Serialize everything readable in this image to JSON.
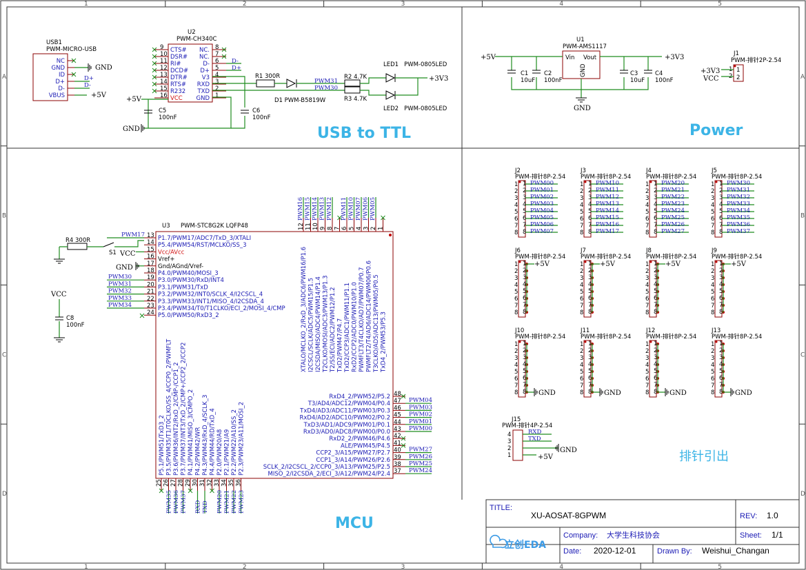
{
  "zones": {
    "cols": [
      "1",
      "2",
      "3",
      "4",
      "5"
    ],
    "rows": [
      "A",
      "B",
      "C",
      "D"
    ]
  },
  "sections": {
    "usb_ttl": "USB to TTL",
    "power": "Power",
    "mcu": "MCU",
    "header_cn": "排针引出"
  },
  "usb": {
    "ref": "USB1",
    "part": "PWM-MICRO-USB",
    "pins": [
      "NC",
      "GND",
      "ID",
      "D+",
      "D-",
      "VBUS"
    ],
    "net_dp": "D+",
    "net_dm": "D-",
    "gnd": "GND",
    "vcc": "+5V"
  },
  "ch340": {
    "ref": "U2",
    "part": "PWM-CH340C",
    "left": [
      "CTS#",
      "DSR#",
      "RI#",
      "DCD#",
      "DTR#",
      "RTS#",
      "R232",
      "VCC"
    ],
    "left_nums": [
      "9",
      "10",
      "11",
      "12",
      "13",
      "14",
      "15",
      "16"
    ],
    "right": [
      "NC.",
      "NC.",
      "D-",
      "D+",
      "V3",
      "RXD",
      "TXD",
      "GND"
    ],
    "right_nums": [
      "8",
      "7",
      "6",
      "5",
      "4",
      "3",
      "2",
      "1"
    ],
    "net_dm": "D-",
    "net_dp": "D+"
  },
  "usb_parts": {
    "r1": "R1 300R",
    "r2": "R2 4.7K",
    "r3": "R3 4.7K",
    "d1": "D1 PWM-B5819W",
    "led1": "LED1",
    "led1_part": "PWM-0805LED",
    "led2": "LED2",
    "led2_part": "PWM-0805LED",
    "c5": "C5",
    "c5v": "100nF",
    "c6": "C6",
    "c6v": "100nF",
    "pwm31": "PWM31",
    "pwm30": "PWM30",
    "v33": "+3V3",
    "v5": "+5V",
    "gnd": "GND"
  },
  "power": {
    "u1": "U1",
    "u1part": "PWM-AMS1117",
    "vin": "Vin",
    "vout": "Vout",
    "gndpin": "GND",
    "c1": "C1",
    "c1v": "10uF",
    "c2": "C2",
    "c2v": "100nF",
    "c3": "C3",
    "c3v": "10uF",
    "c4": "C4",
    "c4v": "100nF",
    "v5": "+5V",
    "v33": "+3V3",
    "gnd": "GND",
    "j1": "J1",
    "j1part": "PWM-排针2P-2.54",
    "j1n1": "+3V3",
    "j1n2": "VCC",
    "p1": "1",
    "p2": "2"
  },
  "mcu": {
    "ref": "U3",
    "part": "PWM-STC8G2K LQFP48",
    "left_pins": [
      {
        "n": "13",
        "t": "P1.7/PWM17/ADC7/TxD_3/XTALI",
        "c": "blue"
      },
      {
        "n": "14",
        "t": "P5.4/PWM54/RST/MCLKO/SS_3",
        "c": "blue"
      },
      {
        "n": "15",
        "t": "Vcc/AVcc",
        "c": "red"
      },
      {
        "n": "16",
        "t": "Vref+",
        "c": "blk"
      },
      {
        "n": "17",
        "t": "Gnd/AGnd/Vref-",
        "c": "blk"
      },
      {
        "n": "18",
        "t": "P4.0/PWM40/MOSI_3",
        "c": "blue"
      },
      {
        "n": "19",
        "t": "P3.0/PWM30/RxD/INT4",
        "c": "blue"
      },
      {
        "n": "20",
        "t": "P3.1/PWM31/TxD",
        "c": "blue"
      },
      {
        "n": "21",
        "t": "P3.2/PWM32/INT0/SCLK_4/I2CSCL_4",
        "c": "blue"
      },
      {
        "n": "22",
        "t": "P3.3/PWM33/INT1/MISO_4/I2CSDA_4",
        "c": "blue"
      },
      {
        "n": "23",
        "t": "P3.4/PWM34/T0/T1CLKO/ECI_2/MOSI_4/CMP",
        "c": "blue"
      },
      {
        "n": "24",
        "t": "P5.0/PWM50/RxD3_2",
        "c": "blue"
      }
    ],
    "left_nets": [
      "PWM17",
      "",
      "VCC",
      "",
      "GND",
      "",
      "PWM30",
      "PWM31",
      "PWM32",
      "PWM33",
      "PWM34",
      ""
    ],
    "top_pins": [
      {
        "n": "12",
        "t": "XTALO/MCLKO_2/RxD_3/ADC6/PWM16/P1.6"
      },
      {
        "n": "11",
        "t": "I2CSCL/SCLK/ADC5/PWM15/P1.5"
      },
      {
        "n": "10",
        "t": "I2CSDA/MISO/ADC4/PWM14/P1.4"
      },
      {
        "n": "9",
        "t": "T2CLKO/MOSI/ADC3/PWM13/P1.3"
      },
      {
        "n": "8",
        "t": "T2/SS/ECI/ADC2/PWM12/P1.2"
      },
      {
        "n": "7",
        "t": "TxD2/PWM47/P4.7"
      },
      {
        "n": "6",
        "t": "TxD2/CCP3/ADC1/PWM11/P1.1"
      },
      {
        "n": "5",
        "t": "RxD2/CCP2/ADC0/PWM10/P1.0"
      },
      {
        "n": "4",
        "t": "PWMFLT3/T4CLKO/AD7/PWM07/P0.7"
      },
      {
        "n": "3",
        "t": "PWMFLT2/T4/AD6/ADC14/PWM06/P0.6"
      },
      {
        "n": "2",
        "t": "T3CLKO/AD5/ADC13/PWM05/P0.5"
      },
      {
        "n": "1",
        "t": "TxD4_2/PWM53/P5.3"
      }
    ],
    "top_nets": [
      "PWM16",
      "PWM15",
      "PWM14",
      "PWM13",
      "PWM12",
      "",
      "PWM11",
      "PWM10",
      "PWM07",
      "PWM06",
      "PWM05",
      ""
    ],
    "bottom_pins": [
      {
        "n": "25",
        "t": "P5.1/PWM51/TxD3_2"
      },
      {
        "n": "26",
        "t": "P3.5/PWM35/T1/T0CLKO/SS_4/CCP0_2/PWMFLT"
      },
      {
        "n": "27",
        "t": "P3.6/PWM36/INT2/RxD_2/CMP-/CCP1_2"
      },
      {
        "n": "28",
        "t": "P3.7/PWM37/INT3/TxD_2/CMP+/CCP2_2/CCP2"
      },
      {
        "n": "29",
        "t": "P4.1/PWM41/MISO_3/CMPO_2"
      },
      {
        "n": "30",
        "t": "P4.2/PWM42/WR"
      },
      {
        "n": "31",
        "t": "P4.3/PWM43/RxD_4/SCLK_3"
      },
      {
        "n": "32",
        "t": "P4.4/PWM44/RD/TxD_4"
      },
      {
        "n": "33",
        "t": "P2.0/PWM20/A8"
      },
      {
        "n": "34",
        "t": "P2.1/PWM21/A9"
      },
      {
        "n": "35",
        "t": "P2.2/PWM22/A10/SS_2"
      },
      {
        "n": "36",
        "t": "P2.3/PWM23/A11/MOSI_2"
      }
    ],
    "bottom_nets": [
      "",
      "PWM35",
      "PWM36",
      "PWM37",
      "",
      "RXD",
      "TXD",
      "",
      "PWM20",
      "PWM21",
      "PWM22",
      "PWM23"
    ],
    "right_pins": [
      {
        "n": "48",
        "t": "RxD4_2/PWM52/P5.2"
      },
      {
        "n": "47",
        "t": "T3/AD4/ADC12/PWM04/P0.4"
      },
      {
        "n": "46",
        "t": "TxD4/AD3/ADC11/PWM03/P0.3"
      },
      {
        "n": "45",
        "t": "RxD4/AD2/ADC10/PWM02/P0.2"
      },
      {
        "n": "44",
        "t": "TxD3/AD1/ADC9/PWM01/P0.1"
      },
      {
        "n": "43",
        "t": "RxD3/AD0/ADC8/PWM00/P0.0"
      },
      {
        "n": "42",
        "t": "RxD2_2/PWM46/P4.6"
      },
      {
        "n": "41",
        "t": "ALE/PWM45/P4.5"
      },
      {
        "n": "40",
        "t": "CCP2_3/A15/PWM27/P2.7"
      },
      {
        "n": "39",
        "t": "CCP1_3/A14/PWM26/P2.6"
      },
      {
        "n": "38",
        "t": "SCLK_2/I2CSCL_2/CCP0_3/A13/PWM25/P2.5"
      },
      {
        "n": "37",
        "t": "MISO_2/I2CSDA_2/ECI_3/A12/PWM24/P2.4"
      }
    ],
    "right_nets": [
      "",
      "PWM04",
      "PWM03",
      "PWM02",
      "PWM01",
      "PWM00",
      "",
      "",
      "PWM27",
      "PWM26",
      "PWM25",
      "PWM24"
    ],
    "r4": "R4 300R",
    "s1": "S1",
    "vcc": "VCC",
    "gnd": "GND",
    "c8": "C8",
    "c8v": "100nF"
  },
  "headers": {
    "top": [
      {
        "ref": "J2",
        "part": "PWM-排针8P-2.54",
        "nets": [
          "PWM00",
          "PWM01",
          "PWM02",
          "PWM03",
          "PWM04",
          "PWM05",
          "PWM06",
          "PWM07"
        ]
      },
      {
        "ref": "J3",
        "part": "PWM-排针8P-2.54",
        "nets": [
          "PWM10",
          "PWM11",
          "PWM12",
          "PWM13",
          "PWM14",
          "PWM15",
          "PWM16",
          "PWM17"
        ]
      },
      {
        "ref": "J4",
        "part": "PWM-排针8P-2.54",
        "nets": [
          "PWM20",
          "PWM21",
          "PWM22",
          "PWM23",
          "PWM24",
          "PWM25",
          "PWM26",
          "PWM27"
        ]
      },
      {
        "ref": "J5",
        "part": "PWM-排针8P-2.54",
        "nets": [
          "PWM30",
          "PWM31",
          "PWM32",
          "PWM33",
          "PWM34",
          "PWM35",
          "PWM36",
          "PWM37"
        ]
      }
    ],
    "mid": [
      {
        "ref": "J6",
        "part": "PWM-排针8P-2.54"
      },
      {
        "ref": "J7",
        "part": "PWM-排针8P-2.54"
      },
      {
        "ref": "J8",
        "part": "PWM-排针8P-2.54"
      },
      {
        "ref": "J9",
        "part": "PWM-排针8P-2.54"
      }
    ],
    "bot": [
      {
        "ref": "J10",
        "part": "PWM-排针8P-2.54"
      },
      {
        "ref": "J11",
        "part": "PWM-排针8P-2.54"
      },
      {
        "ref": "J12",
        "part": "PWM-排针8P-2.54"
      },
      {
        "ref": "J13",
        "part": "PWM-排针8P-2.54"
      }
    ],
    "pin_nums": [
      "1",
      "2",
      "3",
      "4",
      "5",
      "6",
      "7",
      "8"
    ],
    "v5": "+5V",
    "gnd": "GND",
    "j15": {
      "ref": "J15",
      "part": "PWM-排针4P-2.54",
      "nets": [
        "RXD",
        "TXD",
        "",
        ""
      ],
      "nums": [
        "4",
        "3",
        "2",
        "1"
      ],
      "gnd": "GND",
      "v5": "+5V"
    }
  },
  "title_block": {
    "title_label": "TITLE:",
    "title": "XU-AOSAT-8GPWM",
    "rev_label": "REV:",
    "rev": "1.0",
    "company_label": "Company:",
    "company": "大学生科技协会",
    "sheet_label": "Sheet:",
    "sheet": "1/1",
    "date_label": "Date:",
    "date": "2020-12-01",
    "drawn_label": "Drawn By:",
    "drawn": "Weishui_Changan",
    "logo": "立创EDA"
  }
}
